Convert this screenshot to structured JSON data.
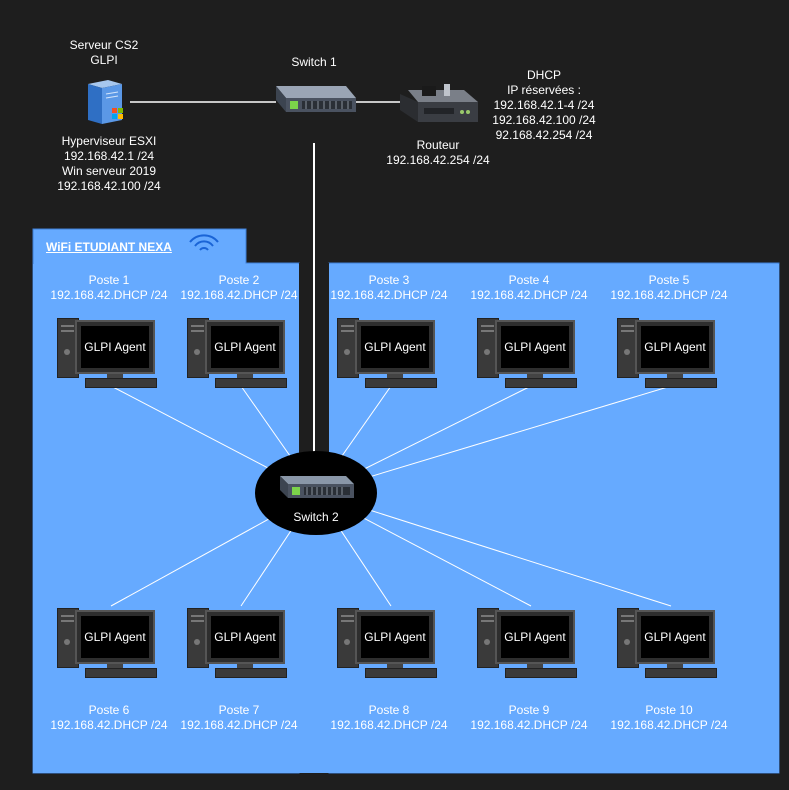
{
  "server": {
    "title_lines": [
      "Serveur CS2",
      "GLPI"
    ],
    "detail_lines": [
      "Hyperviseur ESXI",
      "192.168.42.1 /24",
      "Win serveur 2019",
      "192.168.42.100 /24"
    ],
    "icon": "windows-server-icon"
  },
  "switch1": {
    "label": "Switch 1",
    "icon": "network-switch-icon"
  },
  "router": {
    "label": "Routeur",
    "ip": "192.168.42.254 /24",
    "icon": "router-icon",
    "dhcp_lines": [
      "DHCP",
      "IP réservées :",
      "192.168.42.1-4 /24",
      "192.168.42.100 /24",
      "92.168.42.254 /24"
    ]
  },
  "switch2": {
    "label": "Switch 2",
    "icon": "network-switch-icon"
  },
  "wifi_zone": {
    "label": "WiFi ETUDIANT NEXA",
    "icon": "wifi-icon",
    "color": "#66aaff"
  },
  "workstations": [
    {
      "name": "Poste 1",
      "ip": "192.168.42.DHCP /24",
      "agent": "GLPI Agent"
    },
    {
      "name": "Poste 2",
      "ip": "192.168.42.DHCP /24",
      "agent": "GLPI Agent"
    },
    {
      "name": "Poste 3",
      "ip": "192.168.42.DHCP /24",
      "agent": "GLPI Agent"
    },
    {
      "name": "Poste 4",
      "ip": "192.168.42.DHCP /24",
      "agent": "GLPI Agent"
    },
    {
      "name": "Poste 5",
      "ip": "192.168.42.DHCP /24",
      "agent": "GLPI Agent"
    },
    {
      "name": "Poste 6",
      "ip": "192.168.42.DHCP /24",
      "agent": "GLPI Agent"
    },
    {
      "name": "Poste 7",
      "ip": "192.168.42.DHCP /24",
      "agent": "GLPI Agent"
    },
    {
      "name": "Poste 8",
      "ip": "192.168.42.DHCP /24",
      "agent": "GLPI Agent"
    },
    {
      "name": "Poste 9",
      "ip": "192.168.42.DHCP /24",
      "agent": "GLPI Agent"
    },
    {
      "name": "Poste 10",
      "ip": "192.168.42.DHCP /24",
      "agent": "GLPI Agent"
    }
  ]
}
